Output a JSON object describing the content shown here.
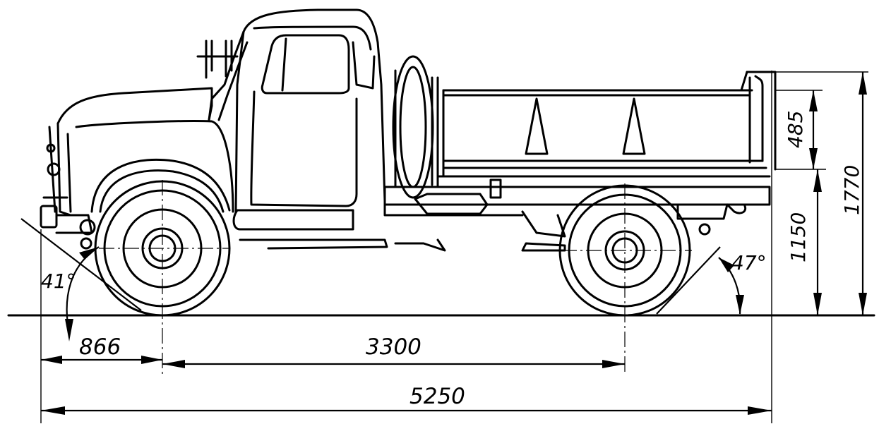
{
  "dimensions": {
    "front_overhang": "866",
    "wheelbase": "3300",
    "overall_length": "5250",
    "body_side_height": "485",
    "loading_height": "1150",
    "overall_height": "1770",
    "approach_angle": "41°",
    "departure_angle": "47°"
  }
}
